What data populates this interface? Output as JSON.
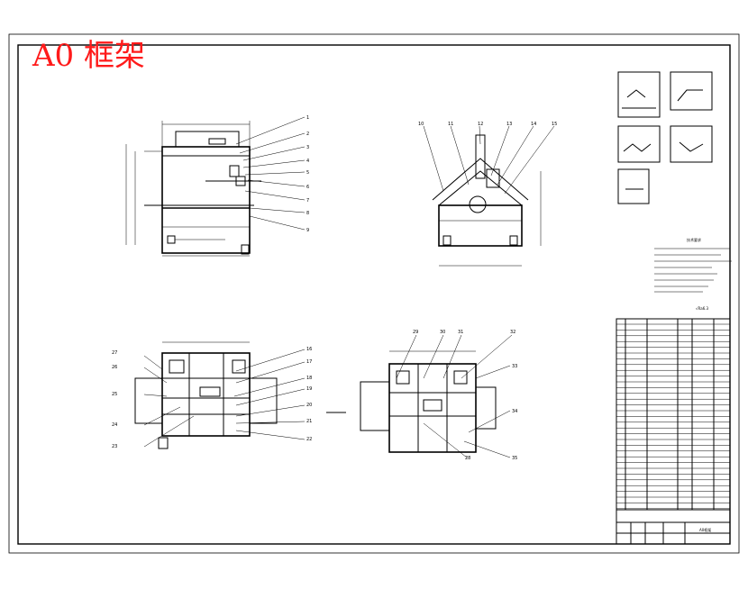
{
  "title": "A0 框架",
  "front_view_balloons": [
    "1",
    "2",
    "3",
    "4",
    "5",
    "6",
    "7",
    "8",
    "9"
  ],
  "side_view_balloons": [
    "10",
    "11",
    "12",
    "13",
    "14",
    "15"
  ],
  "plan_left_balloons_left": [
    "27",
    "26",
    "25",
    "24",
    "23"
  ],
  "plan_left_balloons_right": [
    "16",
    "17",
    "18",
    "19",
    "20",
    "21",
    "22"
  ],
  "plan_right_balloons_top": [
    "29",
    "30",
    "31",
    "32"
  ],
  "plan_right_balloons_right": [
    "33",
    "34",
    "35"
  ],
  "plan_right_balloons_bottom": [
    "28"
  ],
  "notes_heading": "技术要求",
  "roughness_mark": "√Ra6.3",
  "drawing_name": "A0框架"
}
